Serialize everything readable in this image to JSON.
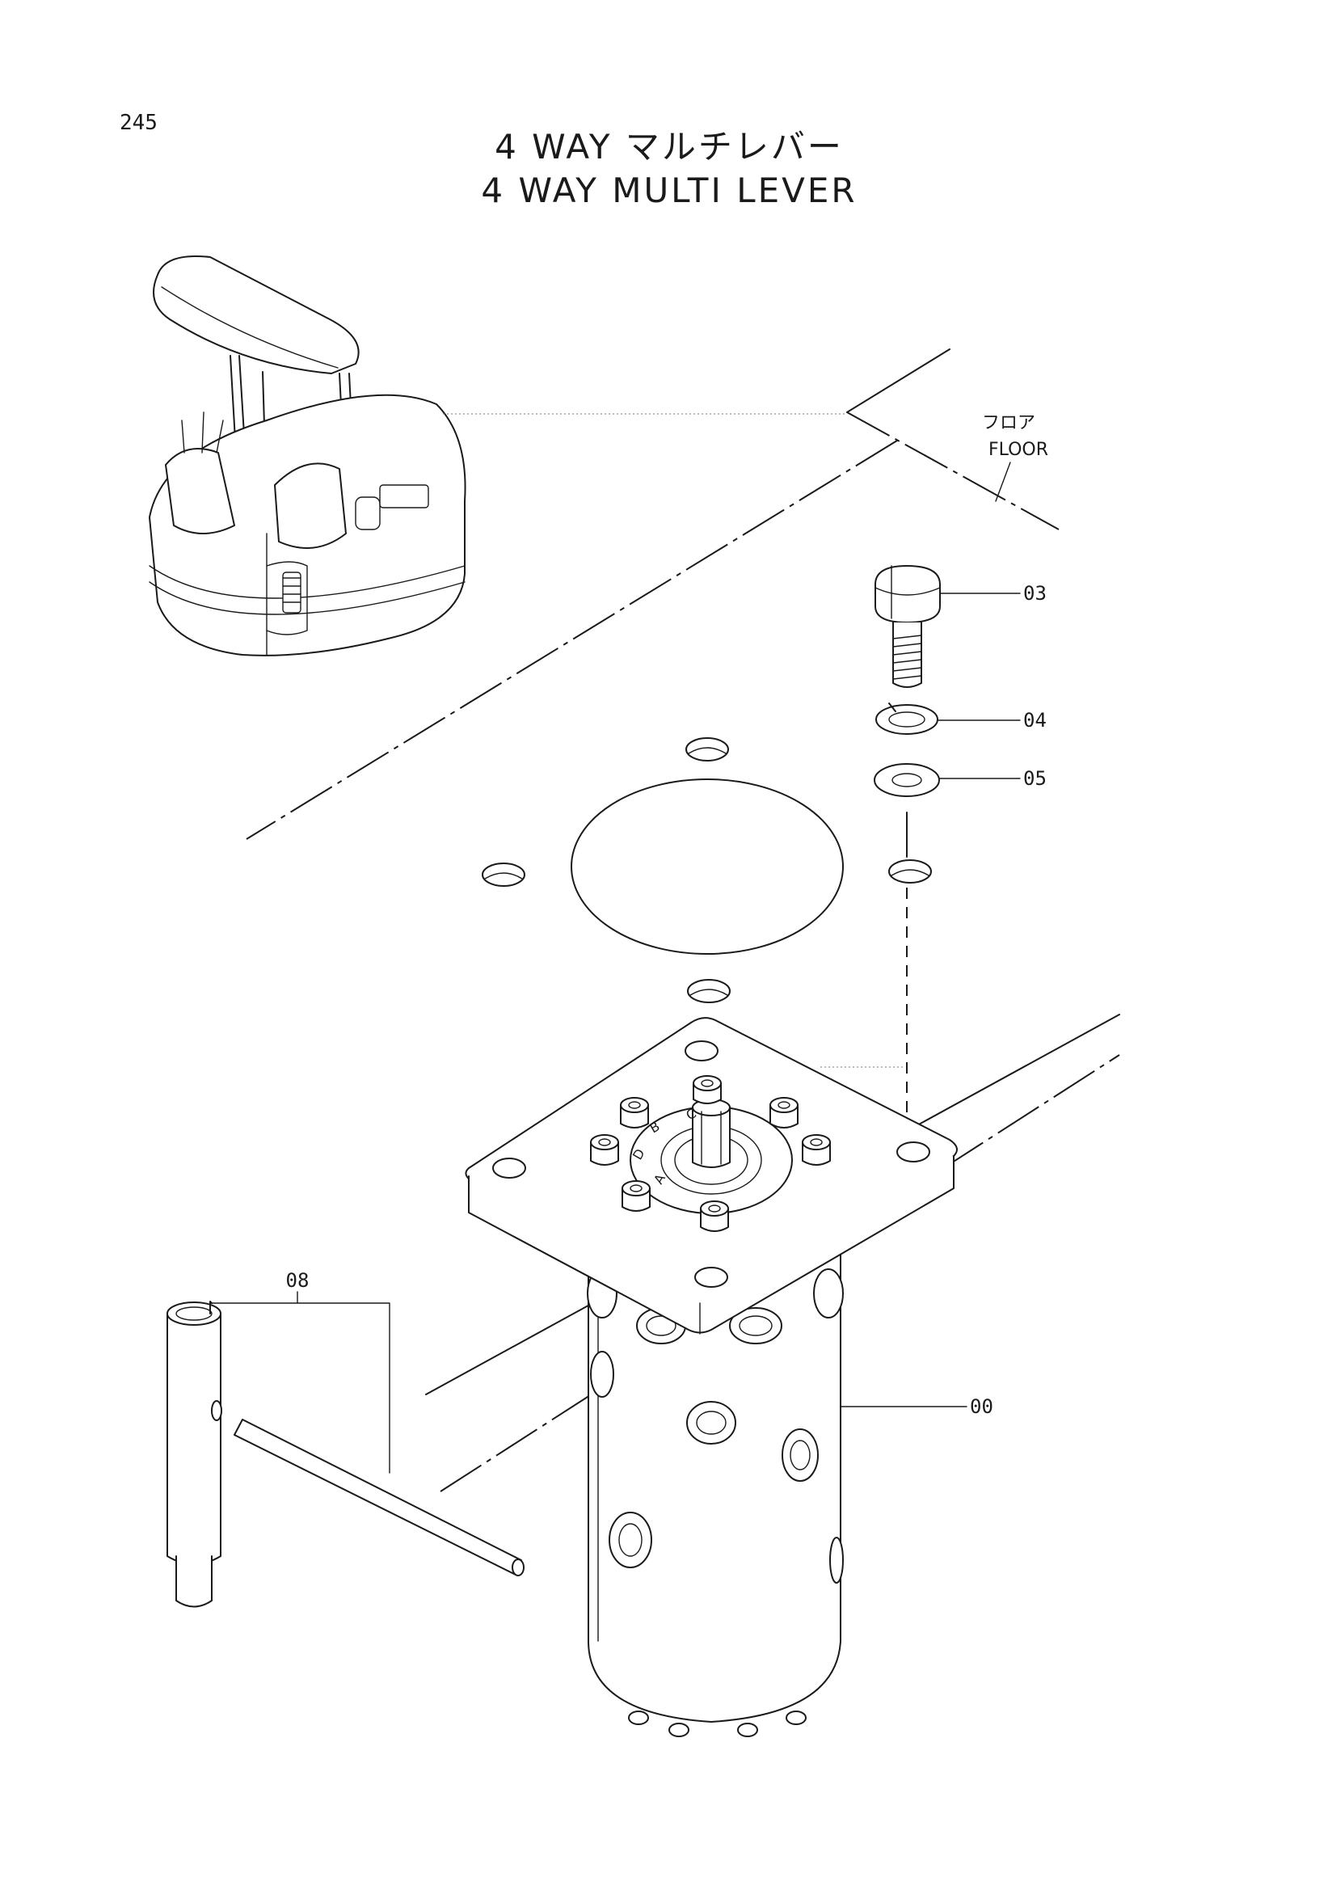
{
  "page": {
    "number": "245",
    "title_jp": "4 WAY マルチレバー",
    "title_en": "4 WAY MULTI LEVER"
  },
  "floor_label": {
    "jp": "フロア",
    "en": "FLOOR"
  },
  "callouts": [
    {
      "id": "00",
      "label": "00"
    },
    {
      "id": "03",
      "label": "03"
    },
    {
      "id": "04",
      "label": "04"
    },
    {
      "id": "05",
      "label": "05"
    },
    {
      "id": "08",
      "label": "08"
    }
  ],
  "port_marks": {
    "a": "A",
    "b": "B",
    "c": "C",
    "d": "D"
  }
}
